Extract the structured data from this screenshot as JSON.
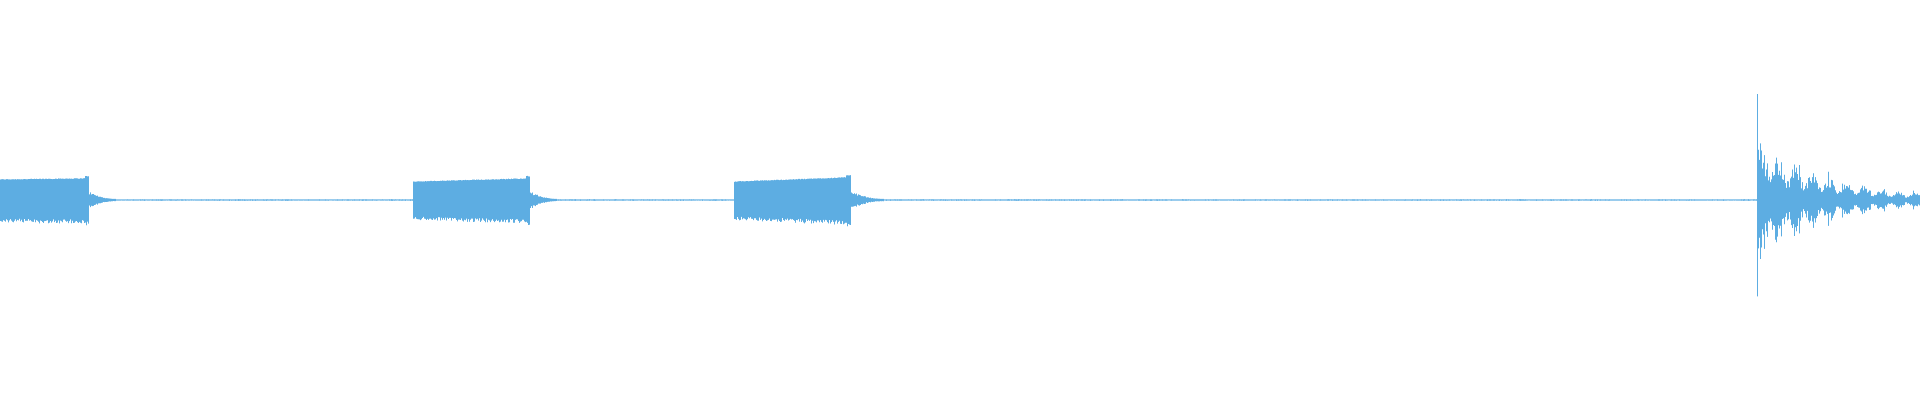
{
  "waveform": {
    "color": "#5dade2",
    "background": "#ffffff",
    "duration_fraction_events": [
      {
        "kind": "tone-burst",
        "start": 0.0,
        "end": 0.046,
        "amplitude": 0.19,
        "end_amplitude": 0.2,
        "tail_end": 0.06
      },
      {
        "kind": "tone-burst",
        "start": 0.215,
        "end": 0.276,
        "amplitude": 0.17,
        "end_amplitude": 0.2,
        "tail_end": 0.29
      },
      {
        "kind": "tone-burst",
        "start": 0.382,
        "end": 0.443,
        "amplitude": 0.17,
        "end_amplitude": 0.21,
        "tail_end": 0.46
      },
      {
        "kind": "percussive-hit",
        "start": 0.915,
        "end": 1.0,
        "amplitude": 1.0,
        "decay": 0.65
      }
    ],
    "noise_floor": 0.005
  }
}
